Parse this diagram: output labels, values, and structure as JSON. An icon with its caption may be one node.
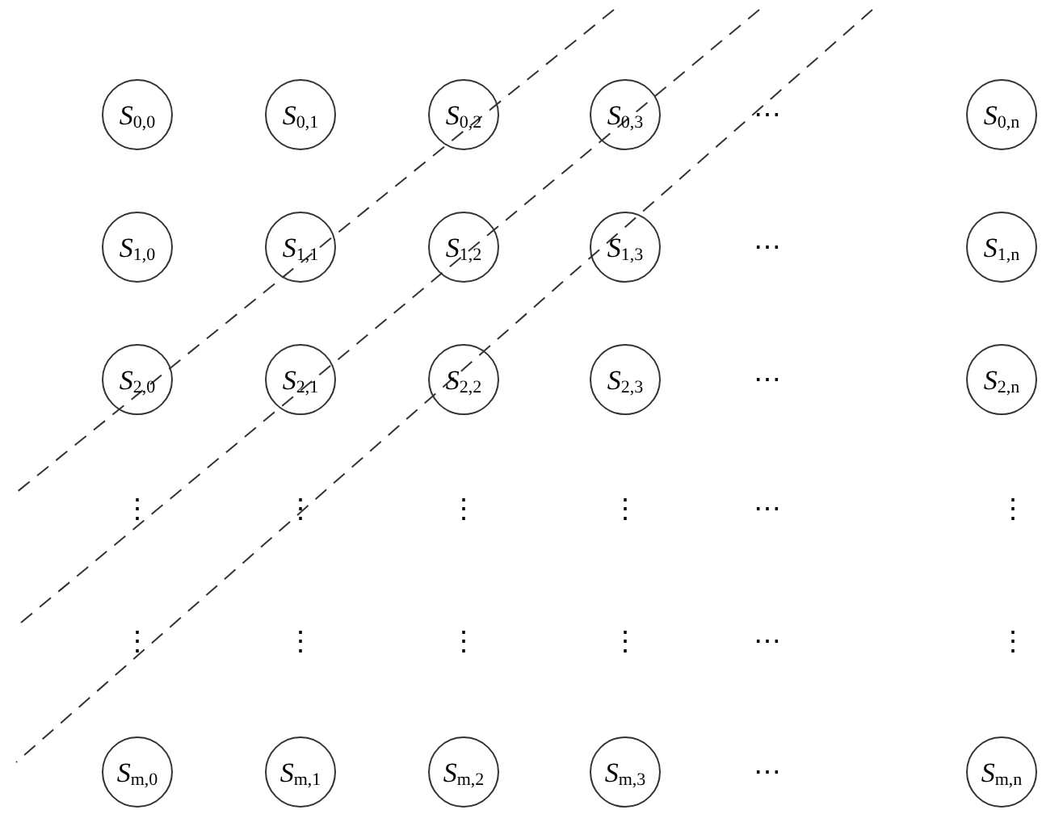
{
  "diagram": {
    "nodes": [
      {
        "text": [
          "*S*$_{0,0}$"
        ]
      },
      {
        "text": [
          "*S*$_{0,1}$"
        ]
      },
      {
        "text": [
          "*S*$_{0,2}$"
        ]
      },
      {
        "text": [
          "*S*$_{0,3}$"
        ]
      },
      {
        "text": [
          "*S*$_{0,n}$"
        ]
      },
      {
        "text": [
          "*S*$_{1,0}$"
        ]
      },
      {
        "text": [
          "*S*$_{1,1}$"
        ]
      },
      {
        "text": [
          "*S*$_{1,2}$"
        ]
      },
      {
        "text": [
          "*S*$_{1,3}$"
        ]
      },
      {
        "text": [
          "*S*$_{1,n}$"
        ]
      },
      {
        "text": [
          "*S*$_{2,0}$"
        ]
      },
      {
        "text": [
          "*S*$_{2,1}$"
        ]
      },
      {
        "text": [
          "*S*$_{2,2}$"
        ]
      },
      {
        "text": [
          "*S*$_{2,3}$"
        ]
      },
      {
        "text": [
          "*S*$_{2,n}$"
        ]
      },
      {
        "text": [
          "*S*$_{m,0}$"
        ]
      },
      {
        "text": [
          "*S*$_{m,1}$"
        ]
      },
      {
        "text": [
          "*S*$_{m,2}$"
        ]
      },
      {
        "text": [
          "*S*$_{m,3}$"
        ]
      },
      {
        "text": [
          "*S*$_{m,n}$"
        ]
      }
    ],
    "labels": [
      "⋯",
      "⋯",
      "⋯",
      "⋮",
      "⋮",
      "⋮",
      "⋮",
      "⋯",
      "⋮",
      "⋮",
      "⋮",
      "⋮",
      "⋮",
      "⋯",
      "⋮",
      "⋯"
    ]
  }
}
